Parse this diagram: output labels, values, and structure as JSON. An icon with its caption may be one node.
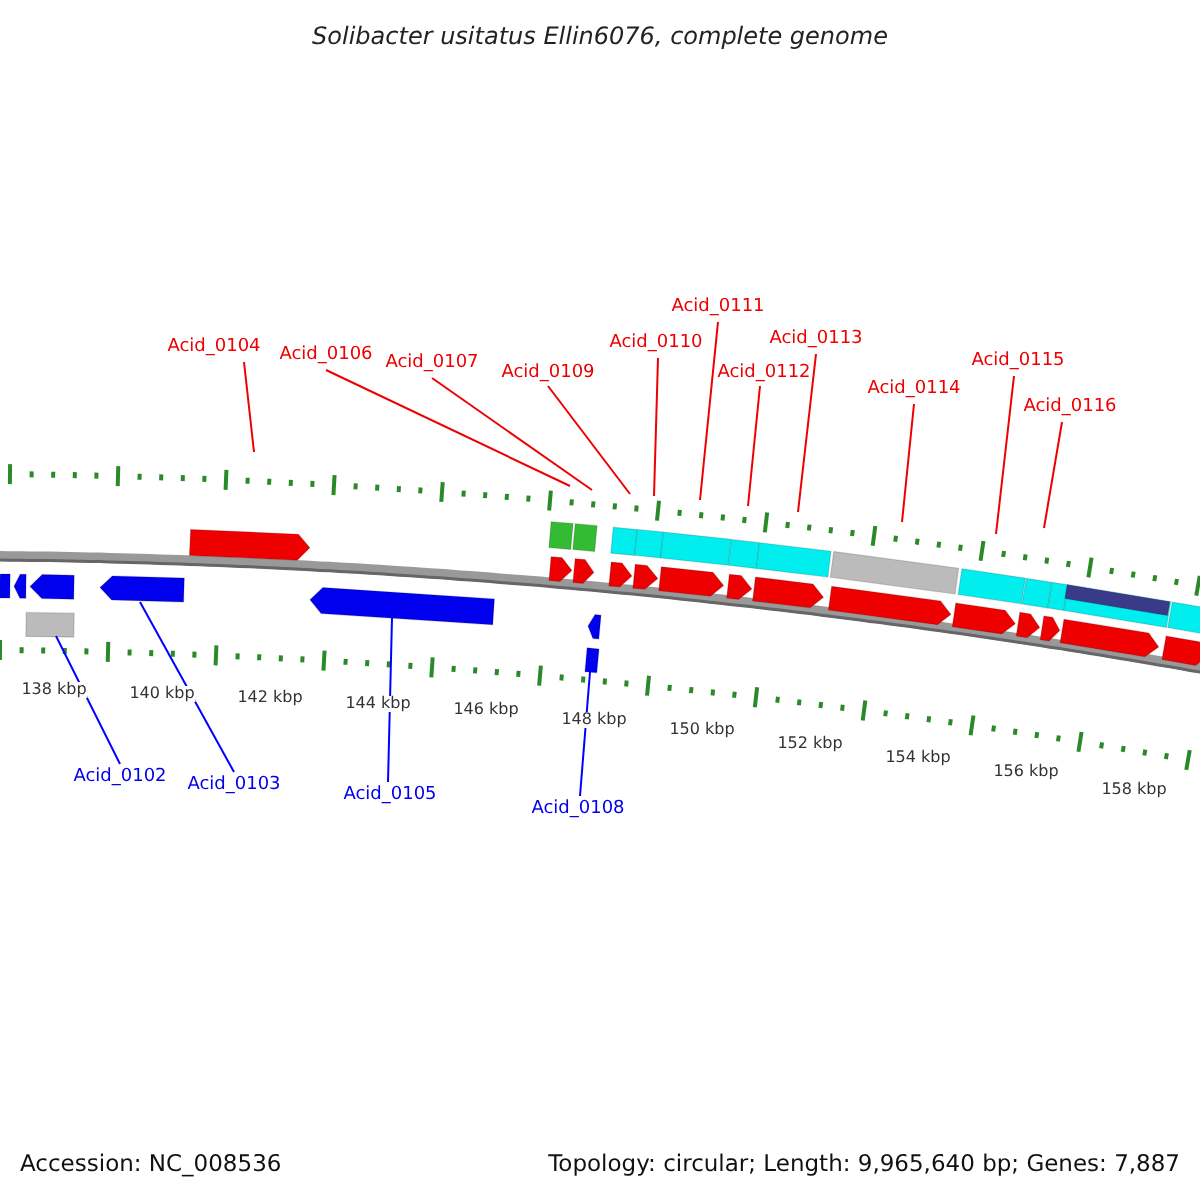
{
  "diagram": {
    "title": "Solibacter usitatus Ellin6076, complete genome",
    "nodes": [
      {
        "text": [
          "Acid_0102"
        ]
      },
      {
        "text": [
          "Acid_0103"
        ]
      },
      {
        "text": [
          "Acid_0104"
        ]
      },
      {
        "text": [
          "Acid_0105"
        ]
      },
      {
        "text": [
          "Acid_0106"
        ]
      },
      {
        "text": [
          "Acid_0107"
        ]
      },
      {
        "text": [
          "Acid_0108"
        ]
      },
      {
        "text": [
          "Acid_0109"
        ]
      },
      {
        "text": [
          "Acid_0110"
        ]
      },
      {
        "text": [
          "Acid_0111"
        ]
      },
      {
        "text": [
          "Acid_0112"
        ]
      },
      {
        "text": [
          "Acid_0113"
        ]
      },
      {
        "text": [
          "Acid_0114"
        ]
      },
      {
        "text": [
          "Acid_0115"
        ]
      },
      {
        "text": [
          "Acid_0116"
        ]
      },
      {
        "text": [],
        "shape": "bar"
      },
      {
        "text": [],
        "shape": "arrow"
      },
      {
        "text": [],
        "shape": "arrow"
      },
      {
        "text": [],
        "shape": "bar"
      }
    ],
    "edges": [
      {
        "from": 0,
        "to": 15,
        "arrow": "none",
        "color": "#0000ff"
      },
      {
        "from": 1,
        "to": 16,
        "arrow": "none",
        "color": "#0000ff"
      },
      {
        "from": 2,
        "to": null,
        "arrow": "none"
      },
      {
        "from": 3,
        "to": 17,
        "arrow": "none",
        "color": "#0000ff"
      },
      {
        "from": 4,
        "to": null,
        "arrow": "none"
      },
      {
        "from": 5,
        "to": null,
        "arrow": "none"
      },
      {
        "from": 6,
        "to": 18,
        "arrow": "none",
        "color": "#0000ff"
      },
      {
        "from": 7,
        "to": null,
        "arrow": "none"
      },
      {
        "from": 8,
        "to": null,
        "arrow": "none"
      },
      {
        "from": 9,
        "to": null,
        "arrow": "none"
      },
      {
        "from": 10,
        "to": null,
        "arrow": "none"
      },
      {
        "from": 11,
        "to": null,
        "arrow": "none"
      },
      {
        "from": 12,
        "to": null,
        "arrow": "none"
      },
      {
        "from": 13,
        "to": null,
        "arrow": "none"
      },
      {
        "from": 14,
        "to": null,
        "arrow": "none"
      }
    ],
    "labels": [
      "138 kbp",
      "140 kbp",
      "142 kbp",
      "144 kbp",
      "146 kbp",
      "148 kbp",
      "150 kbp",
      "152 kbp",
      "154 kbp",
      "156 kbp",
      "158 kbp",
      "Accession: NC_008536",
      "Topology: circular; Length: 9,965,640 bp; Genes: 7,887"
    ]
  }
}
